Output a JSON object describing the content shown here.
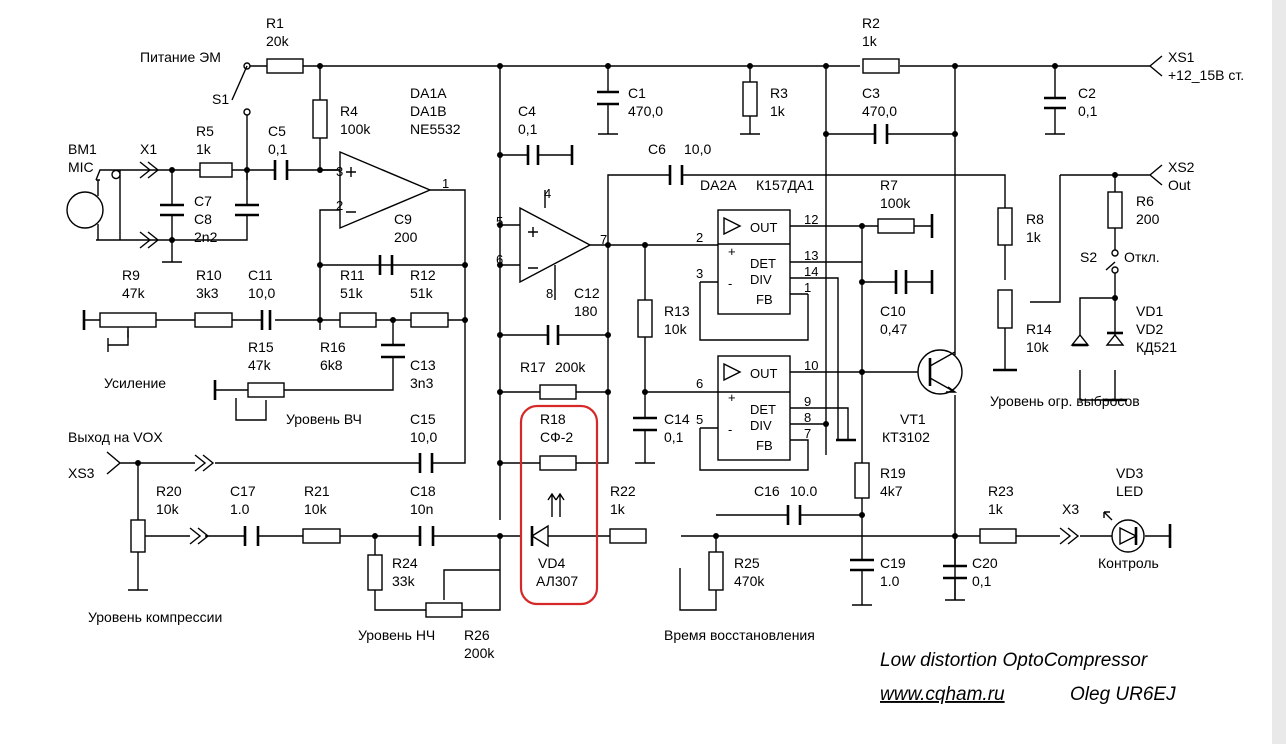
{
  "labels": {
    "r1": "R1",
    "r1v": "20k",
    "pit": "Питание ЭМ",
    "s1": "S1",
    "bm1": "BM1",
    "mic": "MIC",
    "x1": "X1",
    "r5": "R5",
    "r5v": "1k",
    "c5": "C5",
    "c5v": "0,1",
    "r4": "R4",
    "r4v": "100k",
    "da1a": "DA1A",
    "da1b": "DA1B",
    "ne5532": "NE5532",
    "c7": "C7",
    "c8": "C8",
    "c78v": "2n2",
    "c9": "C9",
    "c9v": "200",
    "p3": "3",
    "p2": "2",
    "p1": "1",
    "c4": "C4",
    "c4v": "0,1",
    "c1": "C1",
    "c1v": "470,0",
    "r3": "R3",
    "r3v": "1k",
    "r2": "R2",
    "r2v": "1k",
    "c3": "C3",
    "c3v": "470,0",
    "c2": "C2",
    "c2v": "0,1",
    "xs1": "XS1",
    "xs1v": "+12_15В ст.",
    "c6": "C6",
    "c6v": "10,0",
    "da2a": "DA2A",
    "k157": "К157ДА1",
    "r7": "R7",
    "r7v": "100k",
    "xs2": "XS2",
    "out": "Out",
    "p4": "4",
    "p5": "5",
    "p6": "6",
    "p7": "7",
    "p8": "8",
    "c12": "C12",
    "c12v": "180",
    "r17": "R17",
    "r17v": "200k",
    "r13": "R13",
    "r13v": "10k",
    "outlbl1": "OUT",
    "det1": "DET",
    "div1": "DIV",
    "fb1": "FB",
    "pin12": "12",
    "pin13": "13",
    "pin14": "14",
    "pin1": "1",
    "pin2": "2",
    "pin3": "3",
    "plus1": "+",
    "minus1": "-",
    "c10": "C10",
    "c10v": "0,47",
    "r8": "R8",
    "r8v": "1k",
    "r6": "R6",
    "r6v": "200",
    "s2": "S2",
    "otkl": "Откл.",
    "r14": "R14",
    "r14v": "10k",
    "vd1": "VD1",
    "vd2": "VD2",
    "kd521": "КД521",
    "urov_ogr": "Уровень огр. выбросов",
    "r9": "R9",
    "r9v": "47k",
    "r10": "R10",
    "r10v": "3k3",
    "c11": "C11",
    "c11v": "10,0",
    "r11": "R11",
    "r11v": "51k",
    "r12": "R12",
    "r12v": "51k",
    "r15": "R15",
    "r15v": "47k",
    "r16": "R16",
    "r16v": "6k8",
    "c13": "C13",
    "c13v": "3n3",
    "usil": "Усиление",
    "urov_vch": "Уровень ВЧ",
    "outlbl2": "OUT",
    "det2": "DET",
    "div2": "DIV",
    "fb2": "FB",
    "pin10": "10",
    "pin9": "9",
    "pin8": "8",
    "pin7b": "7",
    "pin6b": "6",
    "pin5b": "5",
    "plus2": "+",
    "minus2": "-",
    "vt1": "VT1",
    "kt3102": "КТ3102",
    "vox": "Выход на VOX",
    "xs3": "XS3",
    "c15": "C15",
    "c15v": "10,0",
    "r18": "R18",
    "sf2": "СФ-2",
    "c14": "C14",
    "c14v": "0,1",
    "r20": "R20",
    "r20v": "10k",
    "c17": "C17",
    "c17v": "1.0",
    "r21": "R21",
    "r21v": "10k",
    "c18": "C18",
    "c18v": "10n",
    "r22": "R22",
    "r22v": "1k",
    "c16": "C16",
    "c16v": "10.0",
    "r19": "R19",
    "r19v": "4k7",
    "r23": "R23",
    "r23v": "1k",
    "x3": "X3",
    "vd3": "VD3",
    "led": "LED",
    "r24": "R24",
    "r24v": "33k",
    "vd4": "VD4",
    "al307": "АЛ307",
    "r25": "R25",
    "r25v": "470k",
    "c19": "C19",
    "c19v": "1.0",
    "c20": "C20",
    "c20v": "0,1",
    "kontrol": "Контроль",
    "urov_komp": "Уровень компрессии",
    "urov_nch": "Уровень НЧ",
    "r26": "R26",
    "r26v": "200k",
    "vrem": "Время восстановления",
    "footer_title": "Low distortion OptoCompressor",
    "footer_url": "www.cqham.ru",
    "footer_author": "Oleg UR6EJ"
  },
  "colors": {
    "wire": "#000000",
    "highlight": "#d62828",
    "background": "#ffffff"
  }
}
